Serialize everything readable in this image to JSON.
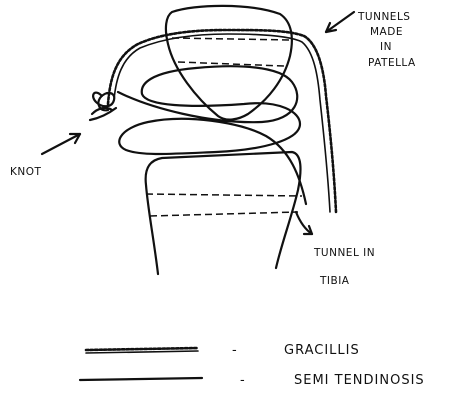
{
  "labels": {
    "tunnels_patella": [
      "TUNNELS",
      "MADE",
      "IN",
      "PATELLA"
    ],
    "knot": "KNOT",
    "tunnel_tibia": [
      "TUNNEL IN",
      "TIBIA"
    ]
  },
  "legend": [
    {
      "style": "braided",
      "dash": "-",
      "name": "GRACILLIS"
    },
    {
      "style": "solid",
      "dash": "-",
      "name": "SEMI TENDINOSIS"
    }
  ],
  "colors": {
    "ink": "#111111",
    "paper": "#ffffff"
  }
}
